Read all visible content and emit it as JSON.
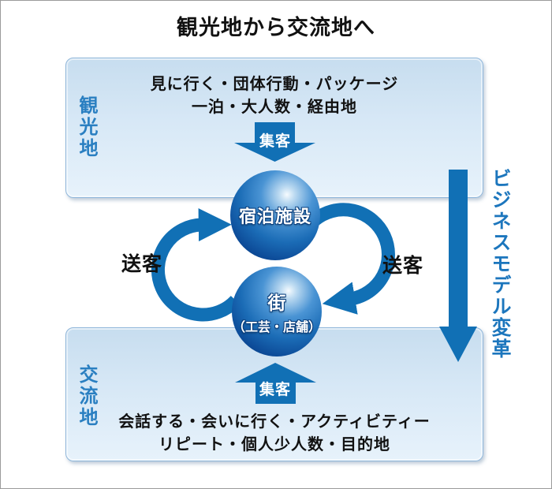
{
  "title": "観光地から交流地へ",
  "colors": {
    "arrow_blue": "#1170b5",
    "label_blue": "#2a7fc1",
    "side_text_blue": "#1c76bd",
    "panel_border": "#8fb6da",
    "panel_gradient_top": "#c7ddef",
    "panel_gradient_bottom": "#e7f2fb",
    "sphere_dark": "#073270",
    "text_black": "#111111"
  },
  "top_box": {
    "side_label": "観光地",
    "line1": "見に行く・団体行動・パッケージ",
    "line2": "一泊・大人数・経由地",
    "arrow_label": "集客"
  },
  "center": {
    "top_sphere_label": "宿泊施設",
    "bottom_sphere_line1": "街",
    "bottom_sphere_line2": "（工芸・店舗）",
    "left_cycle_label": "送客",
    "right_cycle_label": "送客"
  },
  "bottom_box": {
    "side_label": "交流地",
    "line1": "会話する・会いに行く・アクティビティー",
    "line2": "リピート・個人少人数・目的地",
    "arrow_label": "集客"
  },
  "side_arrow": {
    "label": "ビジネスモデル変革"
  }
}
